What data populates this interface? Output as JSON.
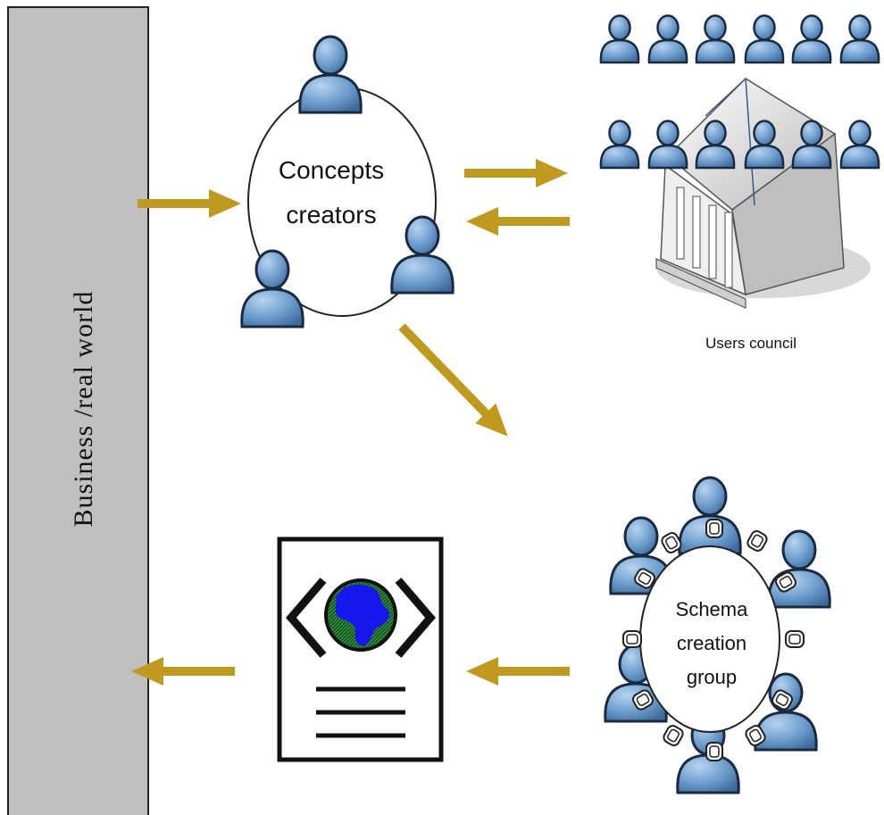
{
  "sidebar": {
    "label": "Business /real world"
  },
  "concepts": {
    "line1": "Concepts",
    "line2": "creators"
  },
  "council": {
    "label": "Users council"
  },
  "schema": {
    "line1": "Schema",
    "line2": "creation",
    "line3": "group"
  },
  "colors": {
    "arrow": "#c09a1e",
    "person_fill": "#6f9fcf",
    "person_stroke": "#1a2a40",
    "sidebar_fill": "#c0c0c0",
    "globe_ocean": "#2e8b3a",
    "globe_land": "#1818ee"
  },
  "icons": [
    "person-icon",
    "building-icon",
    "document-globe-icon",
    "arrow-icon"
  ]
}
